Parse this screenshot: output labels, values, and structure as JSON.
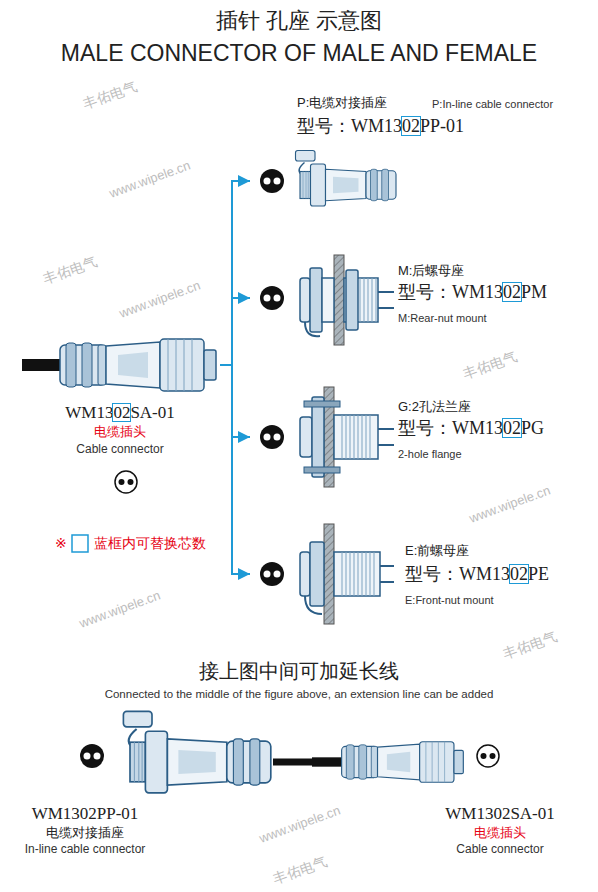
{
  "diagram": {
    "title": "插针 孔座 示意图",
    "nodes": [
      {
        "text": [
          "WM1302SA-01",
          "电缆插头",
          "Cable connector"
        ]
      },
      {
        "text": [
          "P:电缆对接插座",
          "P:In-line cable connector",
          "型号：WM1302PP-01"
        ]
      },
      {
        "text": [
          "M:后螺母座",
          "型号：WM1302PM",
          "M:Rear-nut mount"
        ]
      },
      {
        "text": [
          "G:2孔法兰座",
          "型号：WM1302PG",
          "2-hole flange"
        ]
      },
      {
        "text": [
          "E:前螺母座",
          "型号：WM1302PE",
          "E:Front-nut mount"
        ]
      },
      {
        "text": [
          "WM1302PP-01",
          "电缆对接插座",
          "In-line cable connector"
        ]
      },
      {
        "text": [
          "WM1302SA-01",
          "电缆插头",
          "Cable connector"
        ]
      }
    ],
    "edges": [
      {
        "from": 0,
        "to": 1,
        "arrow": "to"
      },
      {
        "from": 0,
        "to": 2,
        "arrow": "to"
      },
      {
        "from": 0,
        "to": 3,
        "arrow": "to"
      },
      {
        "from": 0,
        "to": 4,
        "arrow": "to"
      },
      {
        "from": 5,
        "to": 6,
        "arrow": "none"
      }
    ],
    "labels": [
      "MALE CONNECTOR OF MALE AND FEMALE",
      "※",
      "蓝框内可替换芯数",
      "接上图中间可加延长线",
      "Connected to the middle of the figure above, an extension line can be added",
      "丰佑电气",
      "www.wipele.cn",
      "丰佑电气",
      "www.wipele.cn",
      "丰佑电气",
      "www.wipele.cn",
      "www.wipele.cn",
      "丰佑电气",
      "www.wipele.cn",
      "丰佑电气"
    ]
  }
}
